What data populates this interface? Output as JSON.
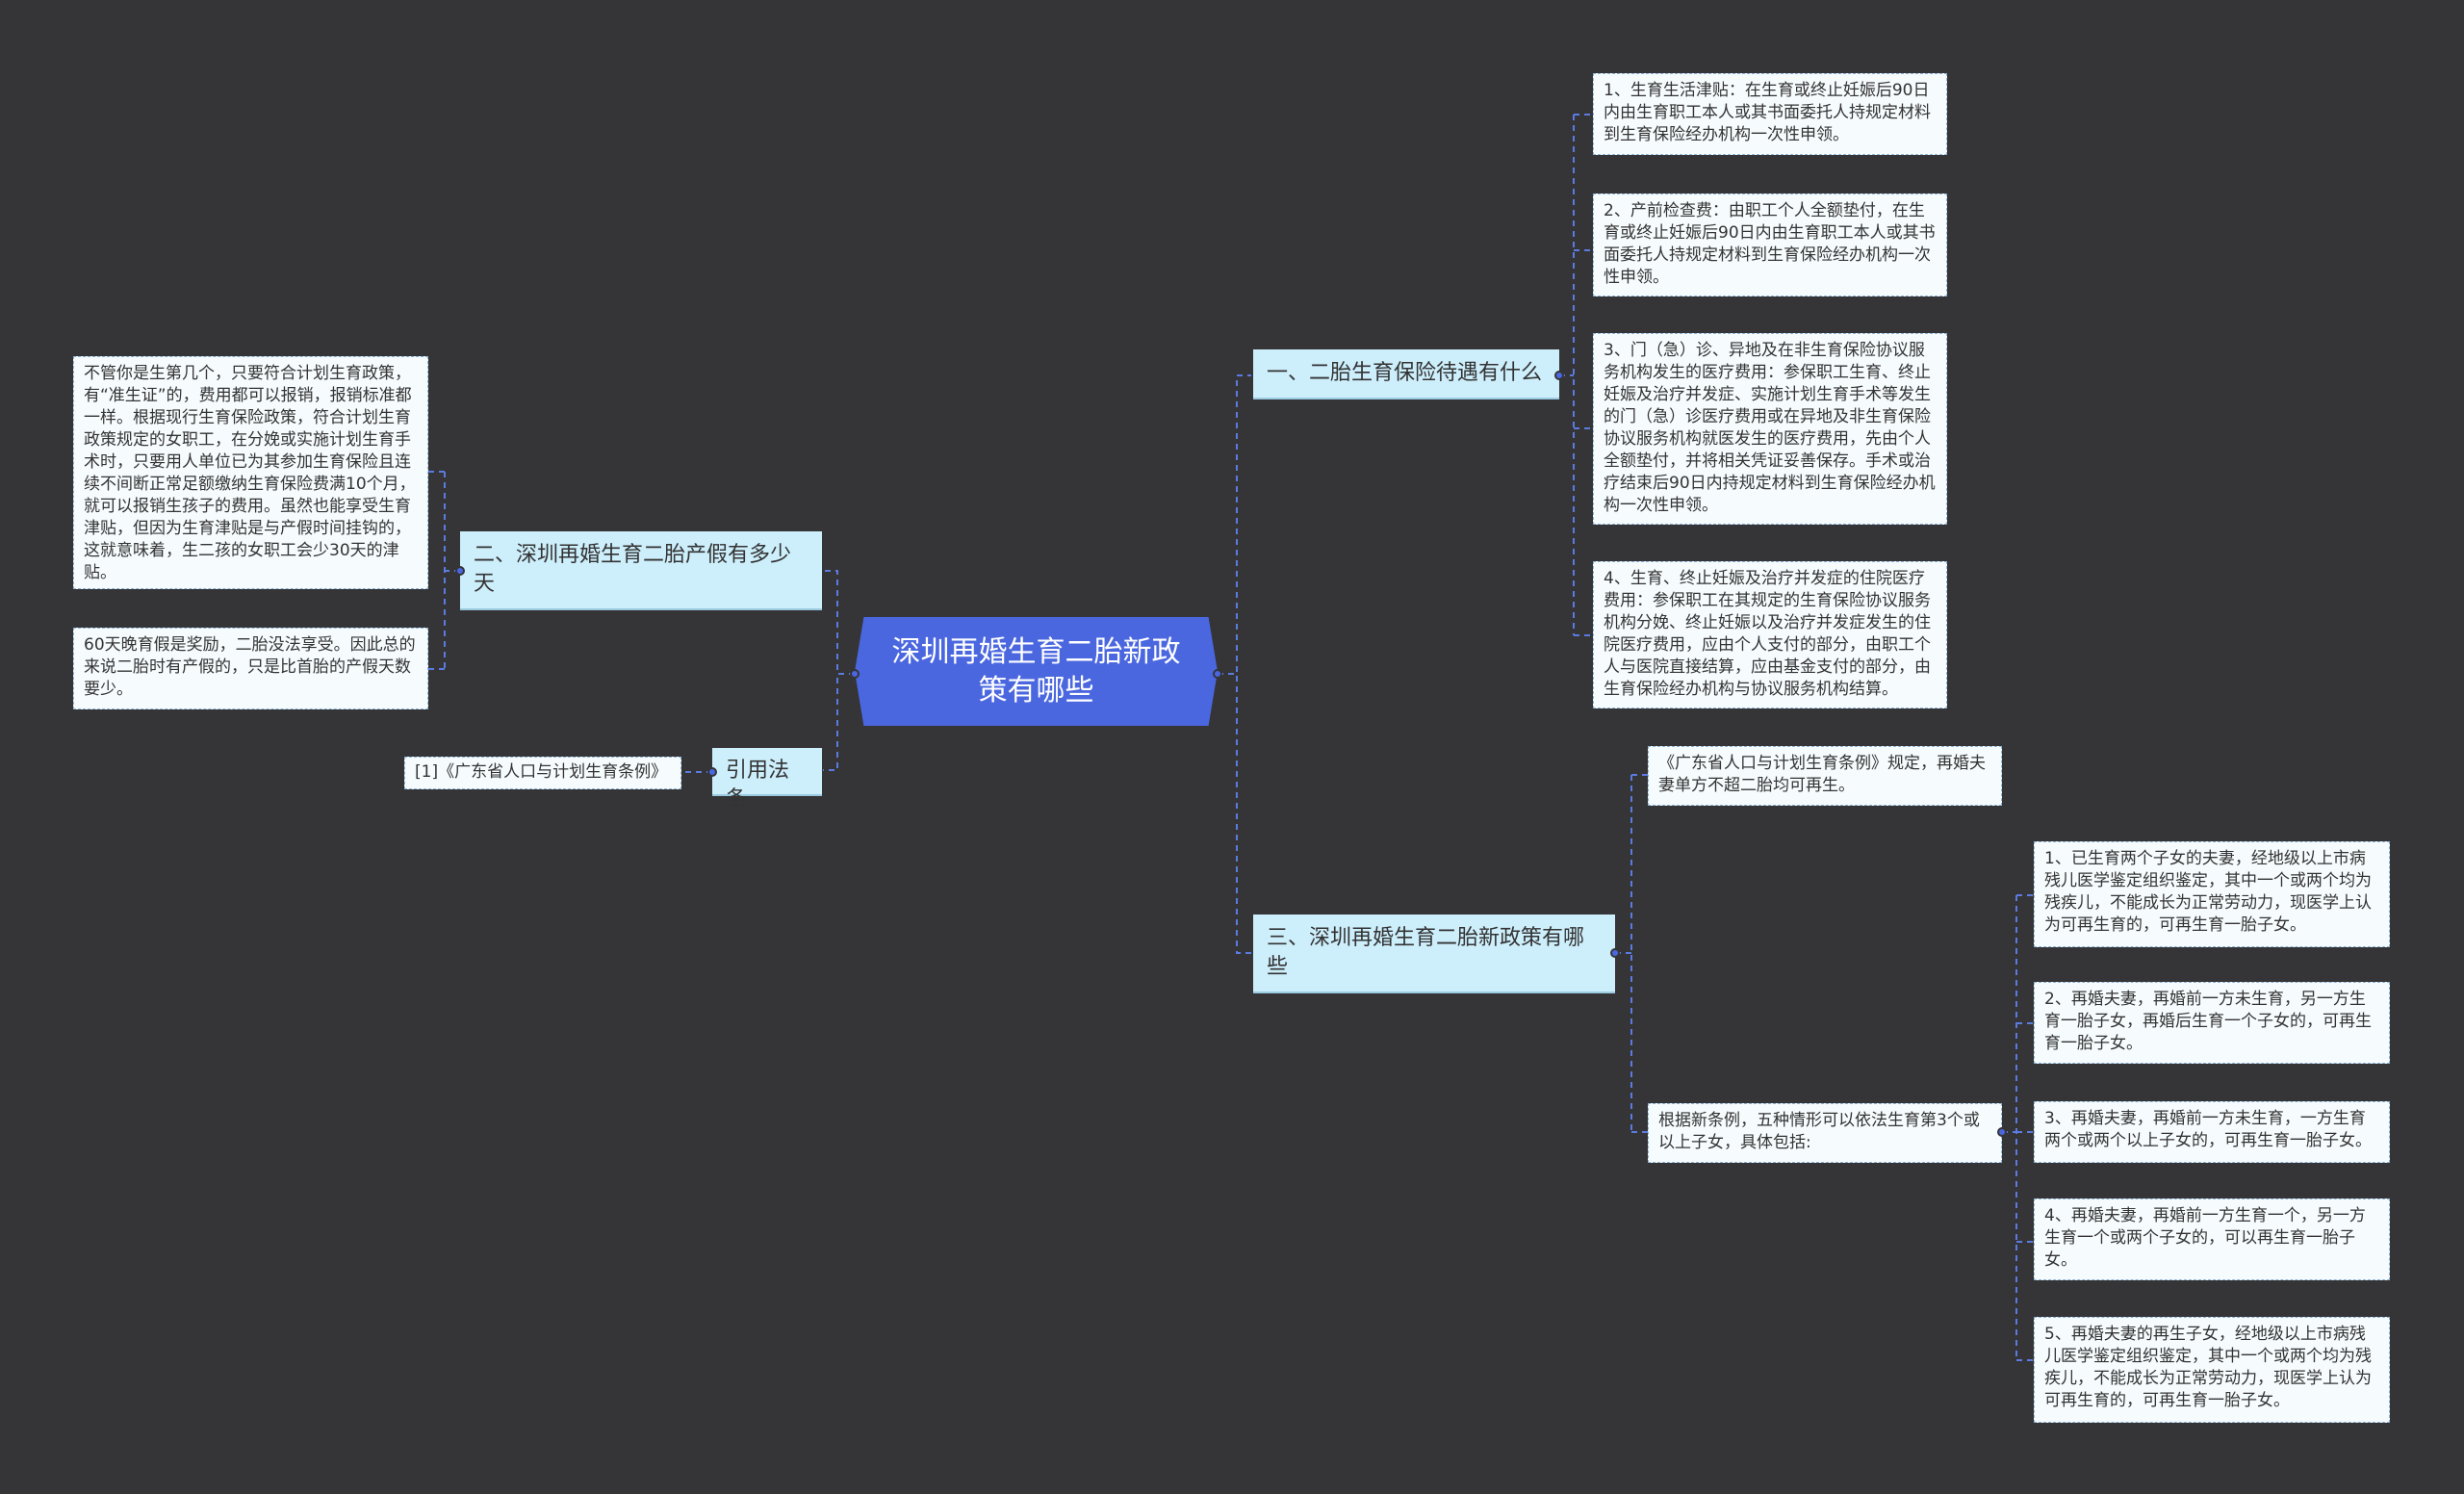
{
  "root": {
    "title": "深圳再婚生育二胎新政策有哪些"
  },
  "branches": {
    "b1": {
      "label": "一、二胎生育保险待遇有什么"
    },
    "b2": {
      "label": "二、深圳再婚生育二胎产假有多少天"
    },
    "b3": {
      "label": "三、深圳再婚生育二胎新政策有哪些"
    },
    "b4": {
      "label": "引用法条"
    }
  },
  "leaves": {
    "b1": [
      "1、生育生活津贴：在生育或终止妊娠后90日内由生育职工本人或其书面委托人持规定材料到生育保险经办机构一次性申领。",
      "2、产前检查费：由职工个人全额垫付，在生育或终止妊娠后90日内由生育职工本人或其书面委托人持规定材料到生育保险经办机构一次性申领。",
      "3、门（急）诊、异地及在非生育保险协议服务机构发生的医疗费用：参保职工生育、终止妊娠及治疗并发症、实施计划生育手术等发生的门（急）诊医疗费用或在异地及非生育保险协议服务机构就医发生的医疗费用，先由个人全额垫付，并将相关凭证妥善保存。手术或治疗结束后90日内持规定材料到生育保险经办机构一次性申领。",
      "4、生育、终止妊娠及治疗并发症的住院医疗费用：参保职工在其规定的生育保险协议服务机构分娩、终止妊娠以及治疗并发症发生的住院医疗费用，应由个人支付的部分，由职工个人与医院直接结算，应由基金支付的部分，由生育保险经办机构与协议服务机构结算。"
    ],
    "b2": [
      "不管你是生第几个，只要符合计划生育政策，有“准生证”的，费用都可以报销，报销标准都一样。根据现行生育保险政策，符合计划生育政策规定的女职工，在分娩或实施计划生育手术时，只要用人单位已为其参加生育保险且连续不间断正常足额缴纳生育保险费满10个月，就可以报销生孩子的费用。虽然也能享受生育津贴，但因为生育津贴是与产假时间挂钩的，这就意味着，生二孩的女职工会少30天的津贴。",
      "60天晚育假是奖励，二胎没法享受。因此总的来说二胎时有产假的，只是比首胎的产假天数要少。"
    ],
    "b3": [
      "《广东省人口与计划生育条例》规定，再婚夫妻单方不超二胎均可再生。",
      "根据新条例，五种情形可以依法生育第3个或以上子女，具体包括:"
    ],
    "b3sub": [
      "1、已生育两个子女的夫妻，经地级以上市病残儿医学鉴定组织鉴定，其中一个或两个均为残疾儿，不能成长为正常劳动力，现医学上认为可再生育的，可再生育一胎子女。",
      "2、再婚夫妻，再婚前一方未生育，另一方生育一胎子女，再婚后生育一个子女的，可再生育一胎子女。",
      "3、再婚夫妻，再婚前一方未生育，一方生育两个或两个以上子女的，可再生育一胎子女。",
      "4、再婚夫妻，再婚前一方生育一个，另一方生育一个或两个子女的，可以再生育一胎子女。",
      "5、再婚夫妻的再生子女，经地级以上市病残儿医学鉴定组织鉴定，其中一个或两个均为残疾儿，不能成长为正常劳动力，现医学上认为可再生育的，可再生育一胎子女。"
    ],
    "b4": [
      "[1]《广东省人口与计划生育条例》"
    ]
  },
  "colors": {
    "background": "#353437",
    "root_fill": "#4a67e0",
    "branch_fill": "#cdeefb",
    "leaf_fill": "#f6fbfe",
    "connector": "#5b7be0"
  }
}
